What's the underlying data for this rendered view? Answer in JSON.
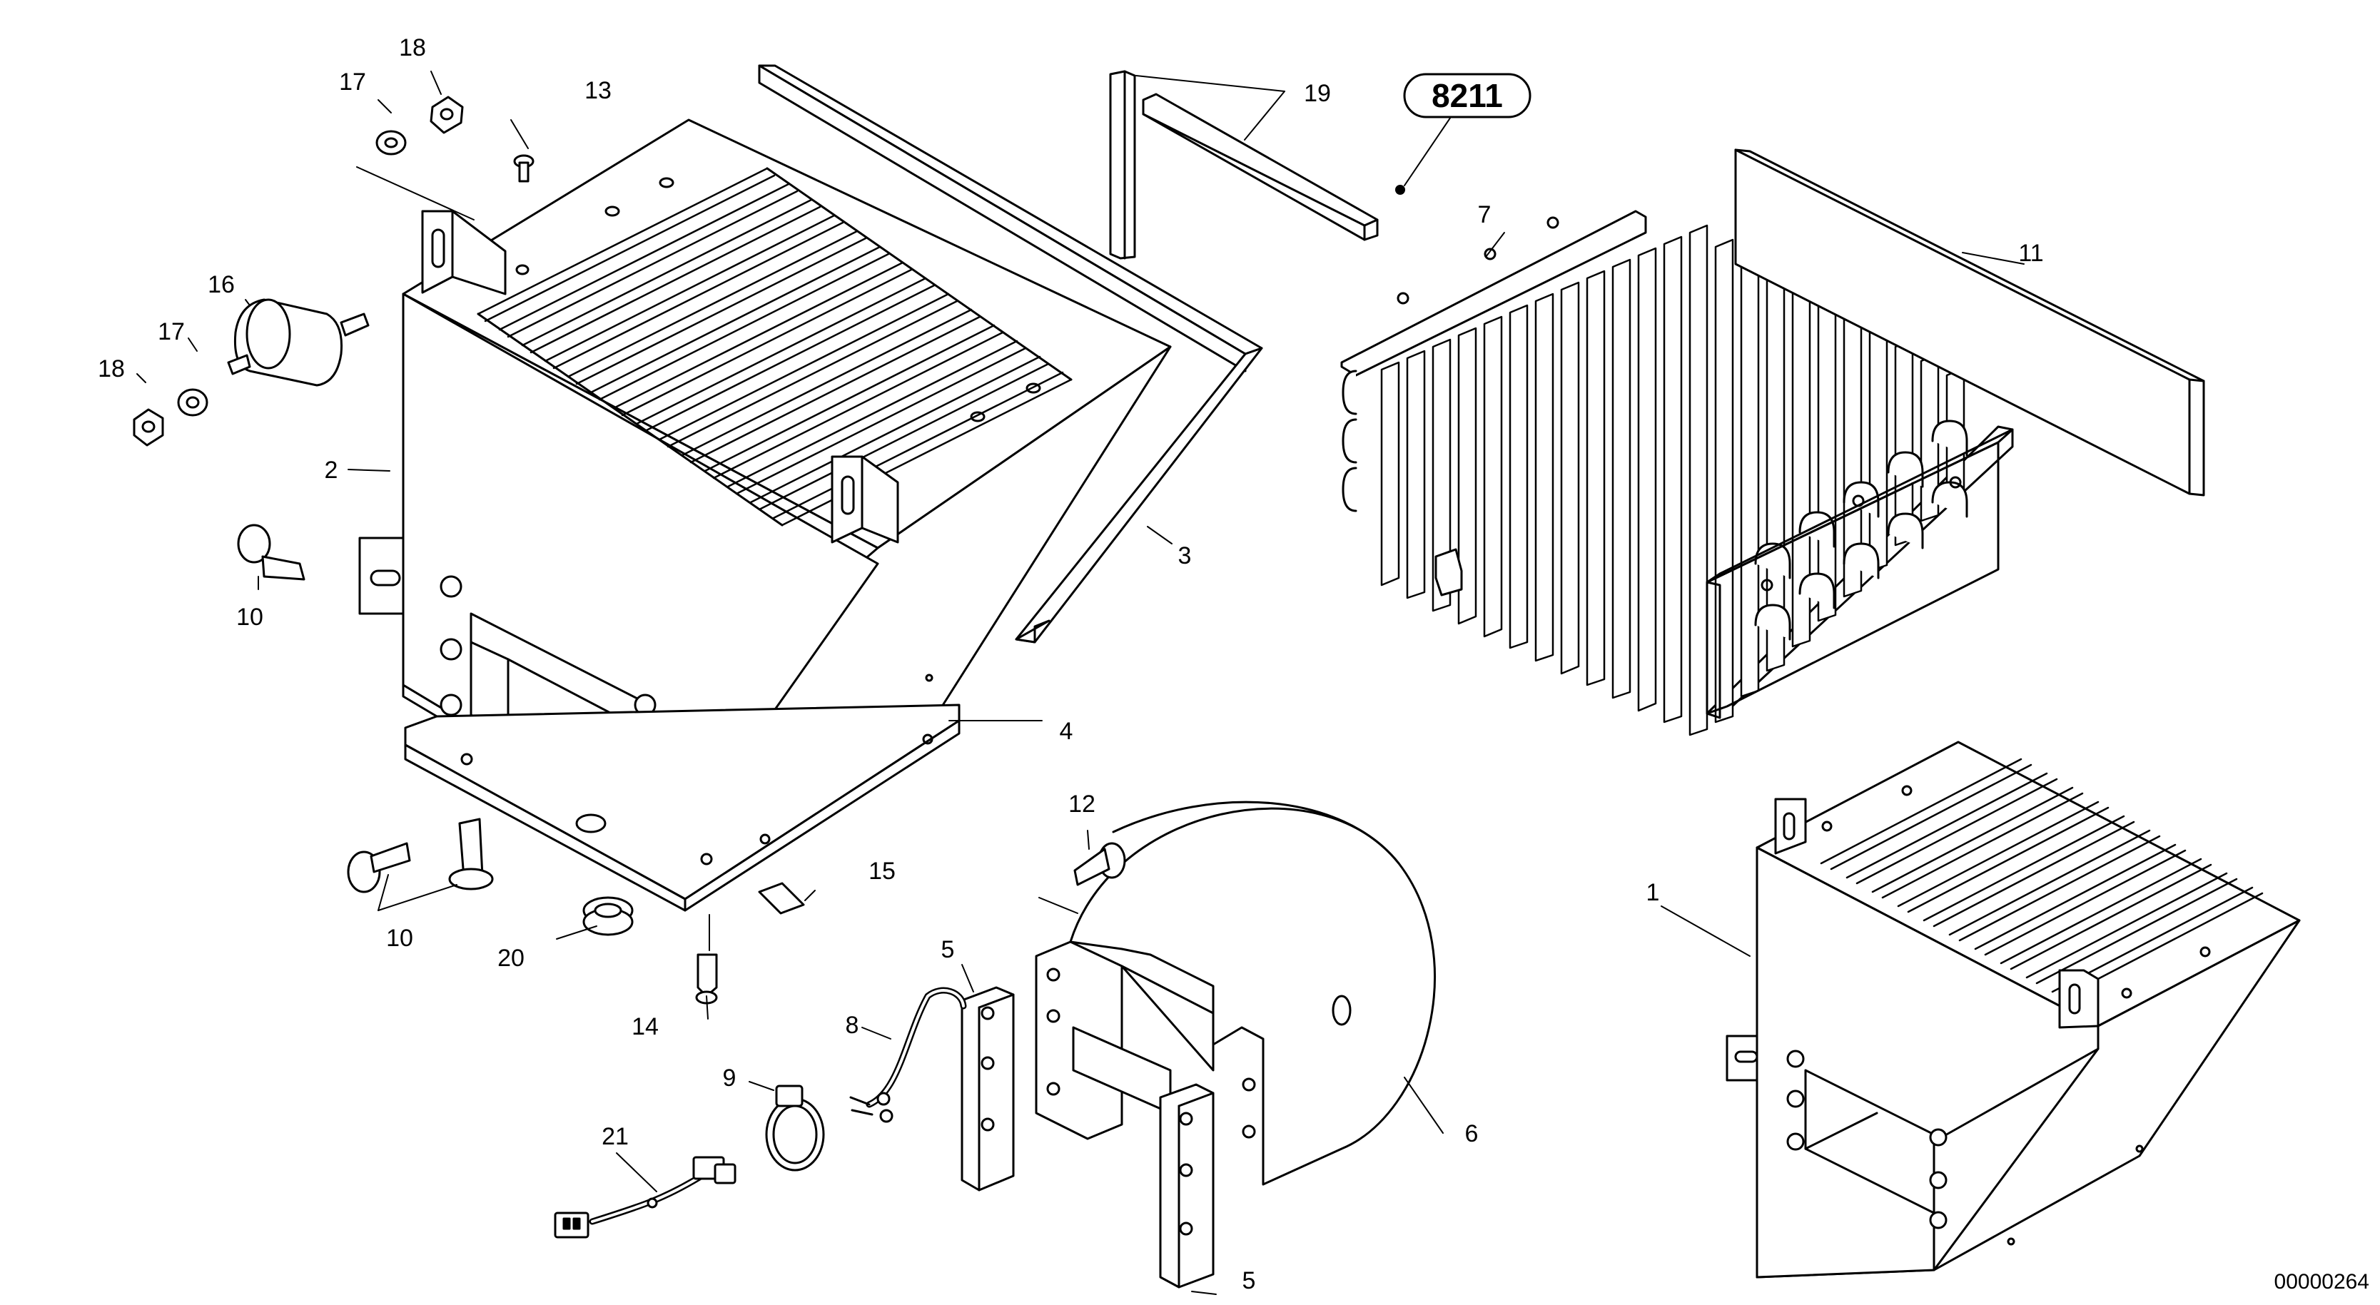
{
  "diagram": {
    "group_number": "8211",
    "drawing_number": "00000264",
    "callouts": {
      "c1": "1",
      "c2": "2",
      "c3": "3",
      "c4": "4",
      "c5a": "5",
      "c5b": "5",
      "c6": "6",
      "c7": "7",
      "c8": "8",
      "c9": "9",
      "c10a": "10",
      "c10b": "10",
      "c11": "11",
      "c12": "12",
      "c13": "13",
      "c14": "14",
      "c15": "15",
      "c16": "16",
      "c17a": "17",
      "c17b": "17",
      "c18a": "18",
      "c18b": "18",
      "c19": "19",
      "c20": "20",
      "c21": "21"
    }
  }
}
